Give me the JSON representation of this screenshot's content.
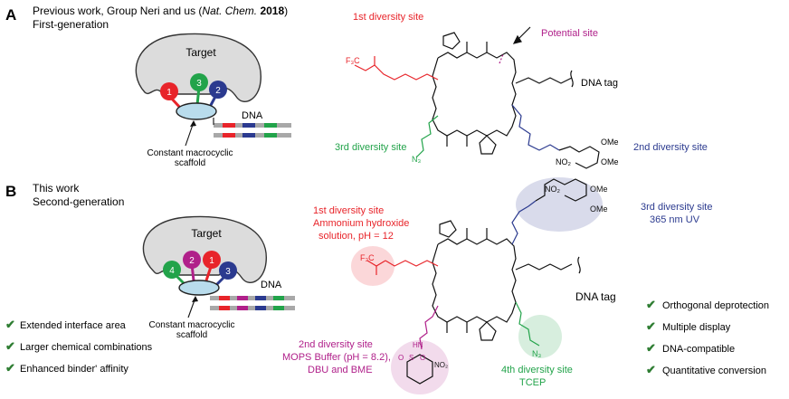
{
  "colors": {
    "red": "#e8242a",
    "green": "#22a34a",
    "blue": "#2b3a8f",
    "magenta": "#b0208a",
    "black": "#111111",
    "check": "#2e7d32",
    "target_fill": "#dcdcdc",
    "scaffold_fill": "#b9dcec",
    "dna_gray": "#a8a8a8"
  },
  "panel_a": {
    "letter": "A",
    "title_pre": "Previous work, Group Neri and us (",
    "title_journal": "Nat. Chem.",
    "title_year": "2018",
    "title_post": ")",
    "subtitle": "First-generation",
    "target_label": "Target",
    "dna_label": "DNA",
    "site_numbers": [
      "1",
      "3",
      "2"
    ],
    "scaffold_label_1": "Constant macrocyclic",
    "scaffold_label_2": "scaffold",
    "site1_label": "1st diversity site",
    "potential_label": "Potential site",
    "site3_label": "3rd diversity site",
    "site2_label": "2nd diversity site",
    "dna_tag_label": "DNA tag",
    "f3c_label": "F₃C",
    "n3_label": "N₃",
    "ome_1": "OMe",
    "ome_2": "OMe",
    "no2_label": "NO₂"
  },
  "panel_b": {
    "letter": "B",
    "title": "This work",
    "subtitle": "Second-generation",
    "target_label": "Target",
    "dna_label": "DNA",
    "site_numbers": [
      "4",
      "2",
      "1",
      "3"
    ],
    "scaffold_label_1": "Constant macrocyclic",
    "scaffold_label_2": "scaffold",
    "features": [
      "Extended interface area",
      "Larger chemical combinations",
      "Enhanced binder' affinity"
    ],
    "advantages": [
      "Orthogonal deprotection",
      "Multiple display",
      "DNA-compatible",
      "Quantitative conversion"
    ],
    "site1": {
      "line1": "1st diversity site",
      "line2": "Ammonium hydroxide",
      "line3": "solution, pH = 12"
    },
    "site3": {
      "line1": "3rd diversity site",
      "line2": "365 nm UV"
    },
    "site2": {
      "line1": "2nd diversity site",
      "line2": "MOPS Buffer (pH = 8.2),",
      "line3": "DBU and BME"
    },
    "site4": {
      "line1": "4th diversity site",
      "line2": "TCEP"
    },
    "dna_tag_label": "DNA tag",
    "f3c_label": "F₃C",
    "n3_label": "N₃",
    "no2_a": "NO₂",
    "no2_b": "NO₂",
    "ome_1": "OMe",
    "ome_2": "OMe",
    "so2_s": "S",
    "so2_o1": "O",
    "so2_o2": "O",
    "hn_label": "HN"
  }
}
